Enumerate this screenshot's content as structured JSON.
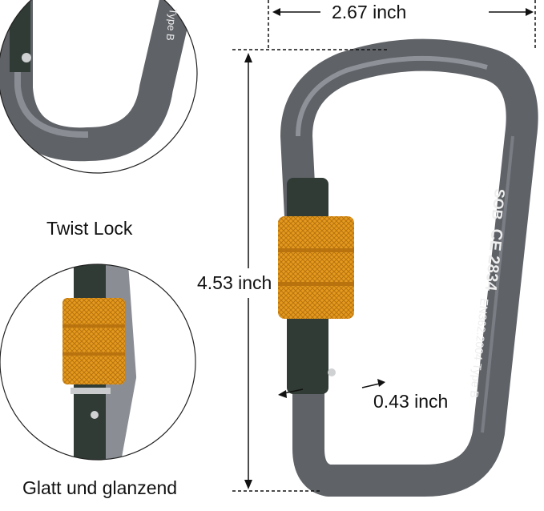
{
  "labels": {
    "twist_lock": "Twist Lock",
    "smooth": "Glatt und glanzend",
    "width": "2.67 inch",
    "height": "4.53 inch",
    "gate": "0.43 inch"
  },
  "engraving": {
    "brand": "SOB",
    "mark": "CE 2834",
    "standard": "EN362:2004 Type B",
    "detail_text": "Type B"
  },
  "colors": {
    "body": "#5f6267",
    "gate": "#2f3b34",
    "sleeve": "#e59a1e",
    "line": "#111111"
  }
}
